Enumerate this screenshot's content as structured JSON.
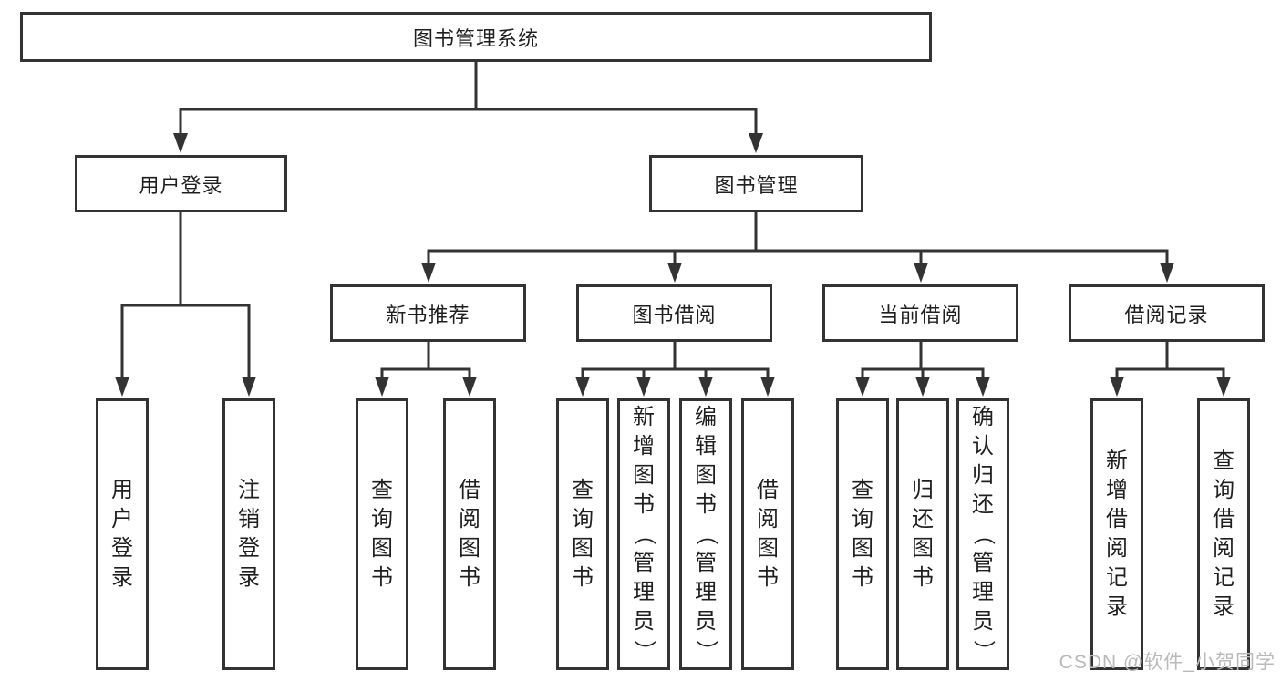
{
  "tree": {
    "label": "图书管理系统",
    "children": [
      {
        "label": "用户登录",
        "children": [
          {
            "label": "用户登录"
          },
          {
            "label": "注销登录"
          }
        ]
      },
      {
        "label": "图书管理",
        "children": [
          {
            "label": "新书推荐",
            "children": [
              {
                "label": "查询图书"
              },
              {
                "label": "借阅图书"
              }
            ]
          },
          {
            "label": "图书借阅",
            "children": [
              {
                "label": "查询图书"
              },
              {
                "label": "新增图书（管理员）"
              },
              {
                "label": "编辑图书（管理员）"
              },
              {
                "label": "借阅图书"
              }
            ]
          },
          {
            "label": "当前借阅",
            "children": [
              {
                "label": "查询图书"
              },
              {
                "label": "归还图书"
              },
              {
                "label": "确认归还（管理员）"
              }
            ]
          },
          {
            "label": "借阅记录",
            "children": [
              {
                "label": "新增借阅记录"
              },
              {
                "label": "查询借阅记录"
              }
            ]
          }
        ]
      }
    ]
  },
  "watermark": {
    "text": "CSDN @软件_小贺同学"
  },
  "colors": {
    "line": "#333333",
    "text": "#1f1f1f",
    "watermark": "#b9b9b9",
    "background": "#ffffff"
  }
}
